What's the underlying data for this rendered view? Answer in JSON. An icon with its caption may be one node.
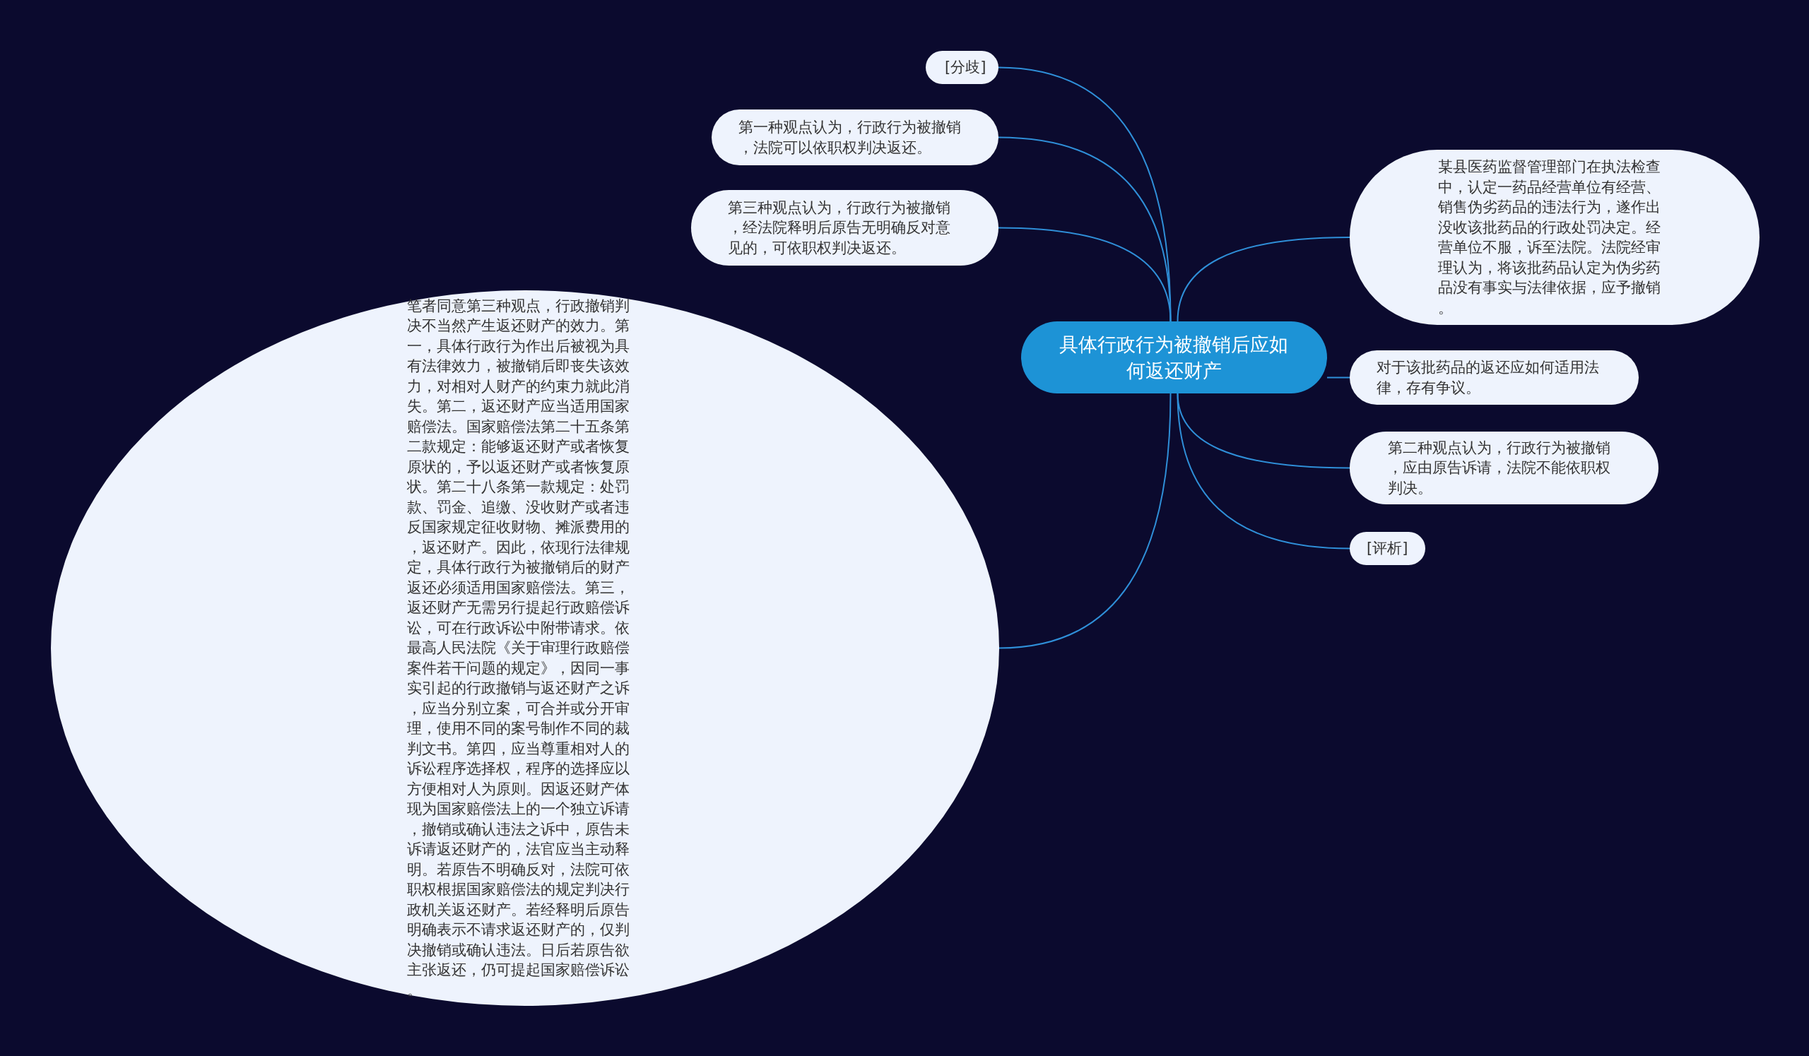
{
  "diagram": {
    "nodes": [
      {
        "text": [
          "具体行政行为被撤销后应如何返还财产"
        ]
      },
      {
        "text": [
          "[分歧]"
        ]
      },
      {
        "text": [
          "第一种观点认为，行政行为被撤销，法院可以依职权判决返还。"
        ]
      },
      {
        "text": [
          "第三种观点认为，行政行为被撤销，经法院释明后原告无明确反对意见的，可依职权判决返还。"
        ]
      },
      {
        "text": [
          "笔者同意第三种观点，行政撤销判决不当然产生返还财产的效力。第一，具体行政行为作出后被视为具有法律效力，被撤销后即丧失该效力，对相对人财产的约束力就此消失。第二，返还财产应当适用国家赔偿法。国家赔偿法第二十五条第二款规定：能够返还财产或者恢复原状的，予以返还财产或者恢复原状。第二十八条第一款规定：处罚款、罚金、追缴、没收财产或者违反国家规定征收财物、摊派费用的，返还财产。因此，依现行法律规定，具体行政行为被撤销后的财产返还必须适用国家赔偿法。第三，返还财产无需另行提起行政赔偿诉讼，可在行政诉讼中附带请求。依最高人民法院《关于审理行政赔偿案件若干问题的规定》，因同一事实引起的行政撤销与返还财产之诉，应当分别立案，可合并或分开审理，使用不同的案号制作不同的裁判文书。第四，应当尊重相对人的诉讼程序选择权，程序的选择应以方便相对人为原则。因返还财产体现为国家赔偿法上的一个独立诉请，撤销或确认违法之诉中，原告未诉请返还财产的，法官应当主动释明。若原告不明确反对，法院可依职权根据国家赔偿法的规定判决行政机关返还财产。若经释明后原告明确表示不请求返还财产的，仅判决撤销或确认违法。日后若原告欲主张返还，仍可提起国家赔偿诉讼。"
        ]
      },
      {
        "text": [
          "某县医药监督管理部门在执法检查中，认定一药品经营单位有经营、销售伪劣药品的违法行为，遂作出没收该批药品的行政处罚决定。经营单位不服，诉至法院。法院经审理认为，将该批药品认定为伪劣药品没有事实与法律依据，应予撤销。"
        ]
      },
      {
        "text": [
          "对于该批药品的返还应如何适用法律，存有争议。"
        ]
      },
      {
        "text": [
          "第二种观点认为，行政行为被撤销，应由原告诉请，法院不能依职权判决。"
        ]
      },
      {
        "text": [
          "[评析]"
        ]
      }
    ],
    "edges": [
      {
        "from": 0,
        "to": 1,
        "arrow": "none"
      },
      {
        "from": 0,
        "to": 2,
        "arrow": "none"
      },
      {
        "from": 0,
        "to": 3,
        "arrow": "none"
      },
      {
        "from": 0,
        "to": 4,
        "arrow": "none"
      },
      {
        "from": 0,
        "to": 5,
        "arrow": "none"
      },
      {
        "from": 0,
        "to": 6,
        "arrow": "none"
      },
      {
        "from": 0,
        "to": 7,
        "arrow": "none"
      },
      {
        "from": 0,
        "to": 8,
        "arrow": "none"
      }
    ]
  }
}
